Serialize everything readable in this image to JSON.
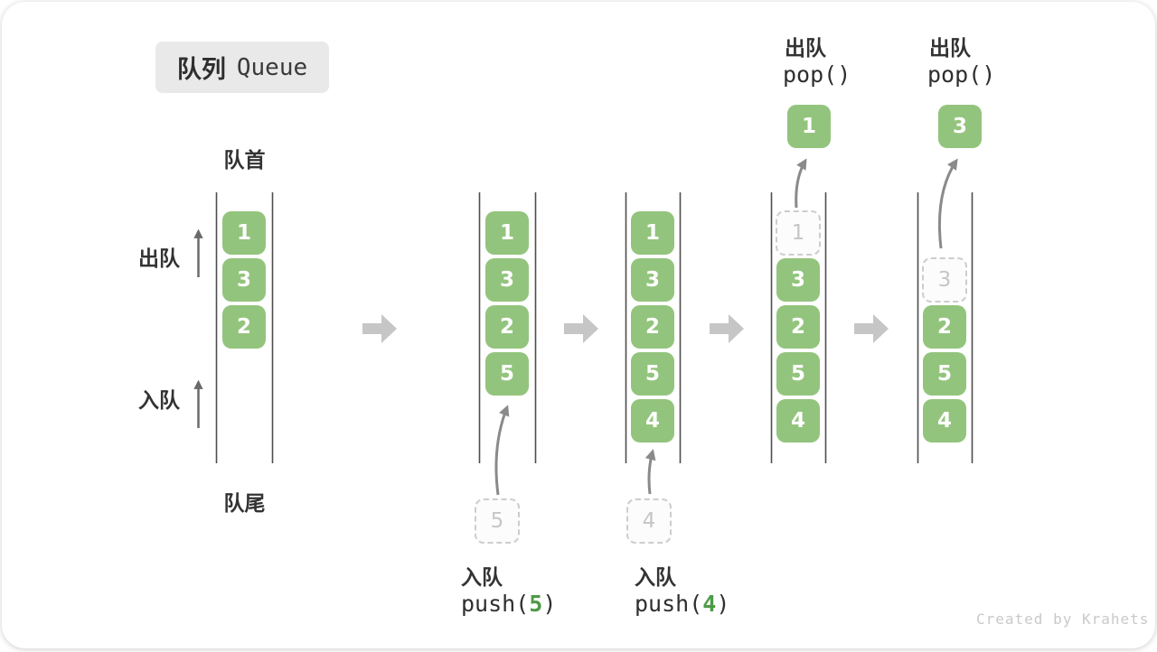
{
  "title": {
    "zh": "队列",
    "en": "Queue"
  },
  "side": {
    "front": "队首",
    "rear": "队尾",
    "dequeue": "出队",
    "enqueue": "入队"
  },
  "watermark": "Created by Krahets",
  "colors": {
    "box_green": "#93C47D",
    "arg_green": "#4E9A47",
    "queue_line": "#4d4d4d",
    "arrow": "#8a8a8a",
    "block_arrow": "#c6c6c6"
  },
  "columns": [
    {
      "name": "initial",
      "cells": [
        {
          "value": "1",
          "style": "green"
        },
        {
          "value": "3",
          "style": "green"
        },
        {
          "value": "2",
          "style": "green"
        }
      ]
    },
    {
      "name": "after-push-5",
      "cells": [
        {
          "value": "1",
          "style": "green"
        },
        {
          "value": "3",
          "style": "green"
        },
        {
          "value": "2",
          "style": "green"
        },
        {
          "value": "5",
          "style": "green"
        }
      ],
      "staged": {
        "value": "5"
      },
      "op": {
        "label": "入队",
        "code_pre": "push(",
        "code_arg": "5",
        "code_post": ")"
      }
    },
    {
      "name": "after-push-4",
      "cells": [
        {
          "value": "1",
          "style": "green"
        },
        {
          "value": "3",
          "style": "green"
        },
        {
          "value": "2",
          "style": "green"
        },
        {
          "value": "5",
          "style": "green"
        },
        {
          "value": "4",
          "style": "green"
        }
      ],
      "staged": {
        "value": "4"
      },
      "op": {
        "label": "入队",
        "code_pre": "push(",
        "code_arg": "4",
        "code_post": ")"
      }
    },
    {
      "name": "after-pop-1",
      "cells": [
        {
          "value": "1",
          "style": "dashed"
        },
        {
          "value": "3",
          "style": "green"
        },
        {
          "value": "2",
          "style": "green"
        },
        {
          "value": "5",
          "style": "green"
        },
        {
          "value": "4",
          "style": "green"
        }
      ],
      "popped": {
        "value": "1"
      },
      "op": {
        "label": "出队",
        "code_pre": "pop()",
        "code_arg": "",
        "code_post": ""
      }
    },
    {
      "name": "after-pop-3",
      "cells": [
        {
          "value": "3",
          "style": "dashed"
        },
        {
          "value": "2",
          "style": "green"
        },
        {
          "value": "5",
          "style": "green"
        },
        {
          "value": "4",
          "style": "green"
        }
      ],
      "popped": {
        "value": "3"
      },
      "op": {
        "label": "出队",
        "code_pre": "pop()",
        "code_arg": "",
        "code_post": ""
      }
    }
  ]
}
